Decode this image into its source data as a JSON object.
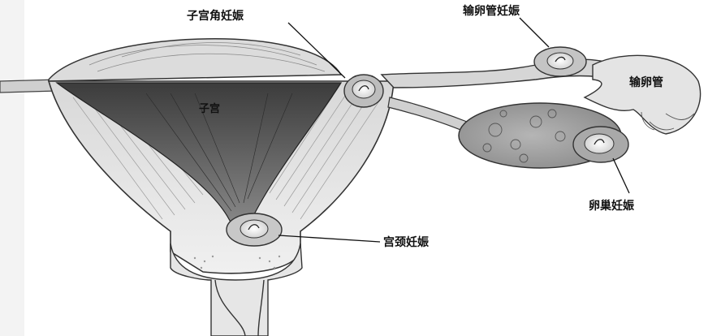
{
  "labels": {
    "cornual_pregnancy": "子宫角妊娠",
    "tubal_pregnancy": "输卵管妊娠",
    "fallopian_tube": "输卵管",
    "uterus": "子宫",
    "ovarian_pregnancy": "卵巢妊娠",
    "cervical_pregnancy": "宫颈妊娠"
  },
  "colors": {
    "ink": "#111111",
    "tissue_light": "#e9e9e9",
    "tissue_mid": "#bdbdbd",
    "cavity_dark": "#5a5a5a"
  }
}
